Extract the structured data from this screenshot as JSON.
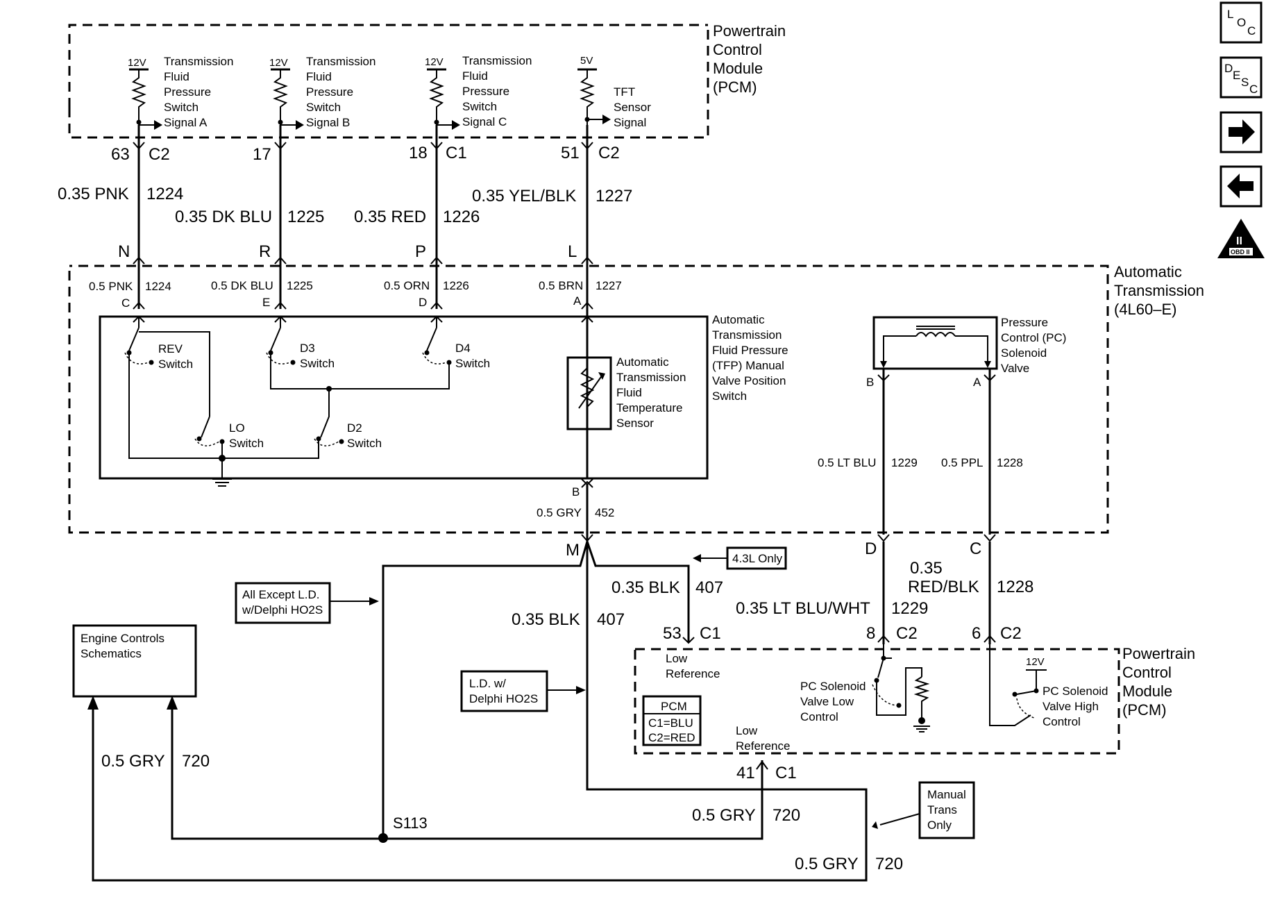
{
  "modules": {
    "pcm_top": [
      "Powertrain",
      "Control",
      "Module",
      "(PCM)"
    ],
    "pcm_bottom": [
      "Powertrain",
      "Control",
      "Module",
      "(PCM)"
    ],
    "trans": [
      "Automatic",
      "Transmission",
      "(4L60–E)"
    ]
  },
  "pcm_inputs": {
    "a": {
      "volt": "12V",
      "lines": [
        "Transmission",
        "Fluid",
        "Pressure",
        "Switch",
        "Signal A"
      ]
    },
    "b": {
      "volt": "12V",
      "lines": [
        "Transmission",
        "Fluid",
        "Pressure",
        "Switch",
        "Signal B"
      ]
    },
    "c": {
      "volt": "12V",
      "lines": [
        "Transmission",
        "Fluid",
        "Pressure",
        "Switch",
        "Signal C"
      ]
    },
    "d": {
      "volt": "5V",
      "lines": [
        "TFT",
        "Sensor",
        "Signal"
      ]
    }
  },
  "pcm_pins": [
    {
      "pin": "63",
      "conn": "C2"
    },
    {
      "pin": "17",
      "conn": ""
    },
    {
      "pin": "18",
      "conn": "C1"
    },
    {
      "pin": "51",
      "conn": "C2"
    }
  ],
  "top_wires": [
    {
      "wire": "0.35 PNK",
      "circuit": "1224",
      "term": "N"
    },
    {
      "wire": "0.35 DK BLU",
      "circuit": "1225",
      "term": "R"
    },
    {
      "wire": "0.35 RED",
      "circuit": "1226",
      "term": "P"
    },
    {
      "wire": "0.35 YEL/BLK",
      "circuit": "1227",
      "term": "L"
    }
  ],
  "trans_wires": [
    {
      "wire": "0.5 PNK",
      "circuit": "1224",
      "pin": "C"
    },
    {
      "wire": "0.5 DK BLU",
      "circuit": "1225",
      "pin": "E"
    },
    {
      "wire": "0.5 ORN",
      "circuit": "1226",
      "pin": "D"
    },
    {
      "wire": "0.5 BRN",
      "circuit": "1227",
      "pin": "A"
    }
  ],
  "switches": {
    "rev": [
      "REV",
      "Switch"
    ],
    "d3": [
      "D3",
      "Switch"
    ],
    "d4": [
      "D4",
      "Switch"
    ],
    "lo": [
      "LO",
      "Switch"
    ],
    "d2": [
      "D2",
      "Switch"
    ]
  },
  "tft_label": [
    "Automatic",
    "Transmission",
    "Fluid",
    "Temperature",
    "Sensor"
  ],
  "tfp_label": [
    "Automatic",
    "Transmission",
    "Fluid Pressure",
    "(TFP) Manual",
    "Valve Position",
    "Switch"
  ],
  "pc_valve_label": [
    "Pressure",
    "Control (PC)",
    "Solenoid",
    "Valve"
  ],
  "pc_pins": {
    "b": "B",
    "a": "A"
  },
  "pc_wires": [
    {
      "wire": "0.5 LT BLU",
      "circuit": "1229"
    },
    {
      "wire": "0.5 PPL",
      "circuit": "1228"
    }
  ],
  "tft_return": {
    "pin": "B",
    "wire": "0.5 GRY",
    "circuit": "452"
  },
  "lower_terms": {
    "m": "M",
    "d": "D",
    "c": "C"
  },
  "lower_wires": {
    "blk407_a": {
      "wire": "0.35 BLK",
      "circuit": "407"
    },
    "blk407_b": {
      "wire": "0.35 BLK",
      "circuit": "407"
    },
    "ltbluwht": {
      "wire": "0.35 LT BLU/WHT",
      "circuit": "1229"
    },
    "redblk": {
      "wire1": "0.35",
      "wire2": "RED/BLK",
      "circuit": "1228"
    },
    "gry720_a": {
      "wire": "0.5 GRY",
      "circuit": "720"
    },
    "gry720_b": {
      "wire": "0.5 GRY",
      "circuit": "720"
    },
    "gry720_c": {
      "wire": "0.5 GRY",
      "circuit": "720"
    }
  },
  "pcm_lower_pins": [
    {
      "pin": "53",
      "conn": "C1"
    },
    {
      "pin": "8",
      "conn": "C2"
    },
    {
      "pin": "6",
      "conn": "C2"
    },
    {
      "pin": "41",
      "conn": "C1"
    }
  ],
  "pcm_lower_labels": {
    "low_ref_1": [
      "Low",
      "Reference"
    ],
    "low_ref_2": [
      "Low",
      "Reference"
    ],
    "pc_low": [
      "PC Solenoid",
      "Valve Low",
      "Control"
    ],
    "pc_high": [
      "PC Solenoid",
      "Valve High",
      "Control"
    ],
    "volt": "12V"
  },
  "legend": {
    "title": "PCM",
    "c1": "C1=BLU",
    "c2": "C2=RED"
  },
  "notes": {
    "l43": "4.3L Only",
    "all_except": [
      "All Except L.D.",
      "w/Delphi HO2S"
    ],
    "ld": [
      "L.D. w/",
      "Delphi HO2S"
    ],
    "manual": [
      "Manual",
      "Trans",
      "Only"
    ],
    "engine": [
      "Engine Controls",
      "Schematics"
    ]
  },
  "splice": "S113",
  "nav": {
    "loc": {
      "a": "L",
      "b": "O",
      "c": "C"
    },
    "desc": {
      "a": "D",
      "b": "E",
      "c": "S",
      "d": "C"
    },
    "obd": {
      "top": "II",
      "bottom": "OBD II"
    }
  }
}
